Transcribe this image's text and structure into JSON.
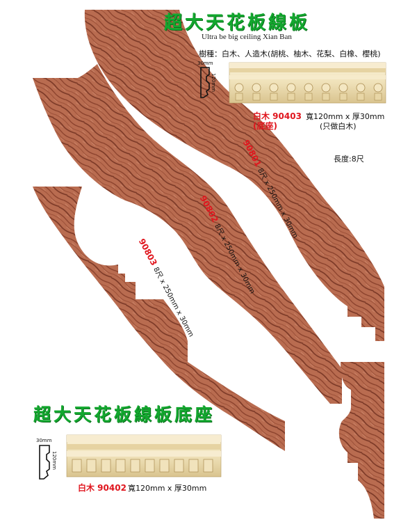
{
  "header": {
    "title": "超大天花板線板",
    "subtitle": "Ultra be big ceiling Xian Ban",
    "species": "樹種：白木、人造木(胡桃、柚木、花梨、白橡、櫻桃)"
  },
  "top_product": {
    "label": "白木 90403",
    "label_sub": "(底座)",
    "spec": "寬120mm x 厚30mm",
    "note": "(只做白木)",
    "dim_width": "30mm",
    "dim_height": "120mm"
  },
  "length_note": "長度:8尺",
  "moldings": [
    {
      "code": "90801",
      "size": "8尺 x 250mm x 30mm"
    },
    {
      "code": "90802",
      "size": "8尺 x 250mm x 30mm"
    },
    {
      "code": "90803",
      "size": "8尺 x 250mm x 30mm"
    }
  ],
  "bottom_section": {
    "title": "超大天花板線板底座",
    "label": "白木 90402",
    "spec": "寬120mm x 厚30mm",
    "dim_width": "30mm",
    "dim_height": "120mm"
  },
  "colors": {
    "title_green": "#13a82f",
    "code_red": "#e0161e",
    "wood": "#b86a4e",
    "wood_dark": "#7d3b27",
    "cream": "#f2e6c4"
  }
}
